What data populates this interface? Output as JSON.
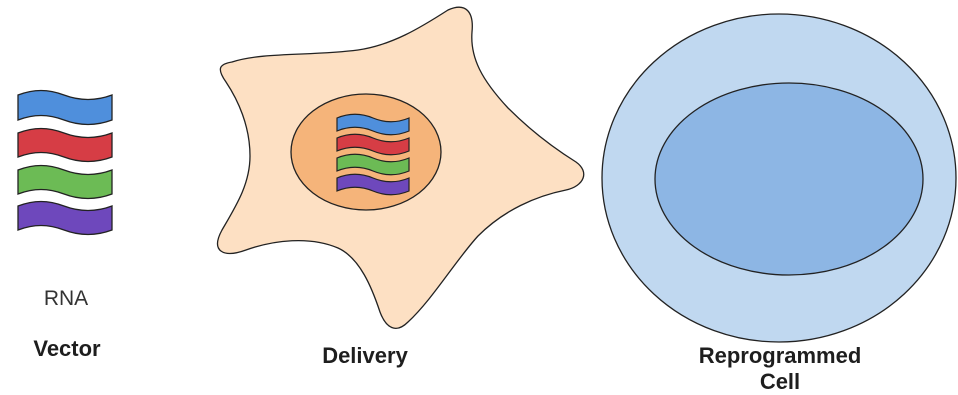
{
  "colors": {
    "strand_blue": "#4f8fdc",
    "strand_red": "#d63d45",
    "strand_green": "#6cbb55",
    "strand_purple": "#6e48bc",
    "cell_body": "#fde0c3",
    "nucleus": "#f5b47a",
    "outer_cell": "#c0d8f0",
    "inner_nucleus": "#8db6e4",
    "outline": "#222222"
  },
  "labels": {
    "rna": "RNA",
    "vector": "Vector",
    "delivery": "Delivery",
    "reprogrammed_line1": "Reprogrammed",
    "reprogrammed_line2": "Cell"
  }
}
